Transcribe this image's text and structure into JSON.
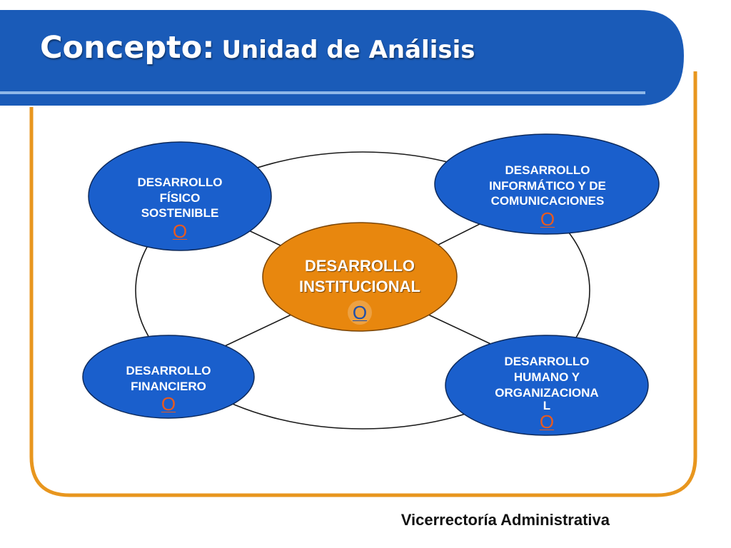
{
  "title": {
    "main": "Concepto:",
    "sub": "Unidad de Análisis"
  },
  "colors": {
    "banner": "#1a5bb8",
    "accent_line": "#8fb8e8",
    "frame": "#e8961e",
    "node_fill": "#1a5fcc",
    "center_fill": "#e8870e",
    "marker": "#e85a1f"
  },
  "nodes": {
    "center": {
      "lines": [
        "DESARROLLO",
        "INSTITUCIONAL"
      ],
      "marker": "O"
    },
    "top_left": {
      "lines": [
        "DESARROLLO",
        "FÍSICO",
        "SOSTENIBLE"
      ],
      "marker": "O"
    },
    "top_right": {
      "lines": [
        "DESARROLLO",
        "INFORMÁTICO Y DE",
        "COMUNICACIONES"
      ],
      "marker": "O"
    },
    "bottom_left": {
      "lines": [
        "DESARROLLO",
        "FINANCIERO"
      ],
      "marker": "O"
    },
    "bottom_right": {
      "lines": [
        "DESARROLLO",
        "HUMANO Y",
        "ORGANIZACIONA",
        "L"
      ],
      "marker": "O"
    }
  },
  "footer": "Vicerrectoría Administrativa"
}
